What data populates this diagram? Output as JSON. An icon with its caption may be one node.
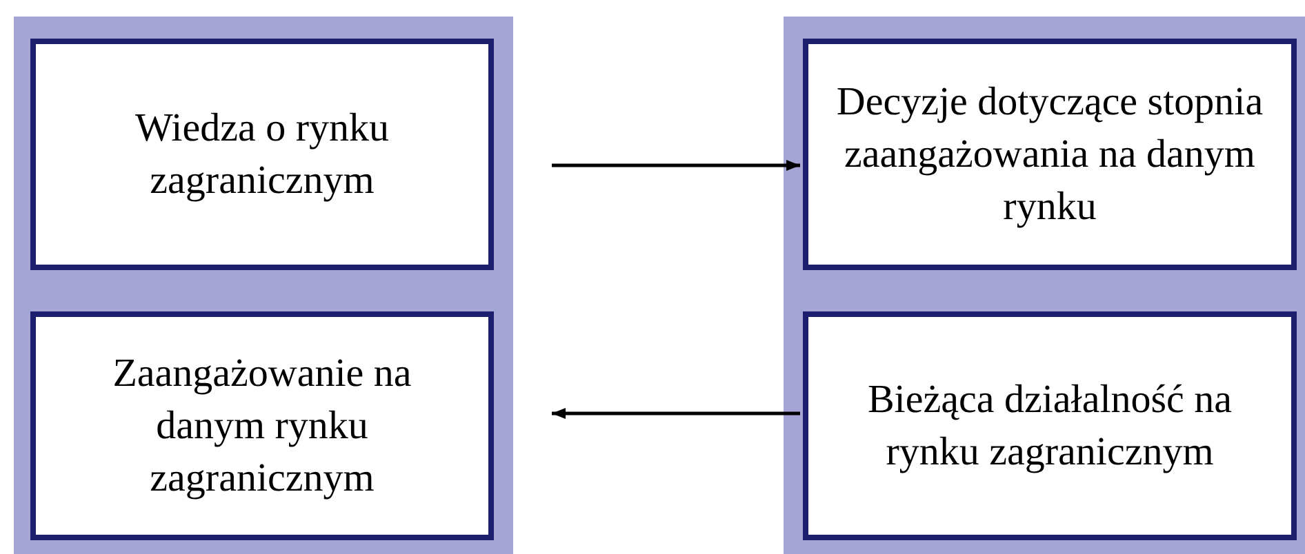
{
  "diagram": {
    "nodes": [
      {
        "text": [],
        "shape": "box"
      },
      {
        "text": [
          "Wiedza o rynku zagranicznym"
        ],
        "in": 0
      },
      {
        "text": [
          "Zaangażowanie na danym rynku zagranicznym"
        ],
        "in": 0
      },
      {
        "text": [],
        "shape": "box"
      },
      {
        "text": [
          "Decyzje dotyczące stopnia zaangażowania na danym rynku"
        ],
        "in": 3
      },
      {
        "text": [
          "Bieżąca działalność na rynku zagranicznym"
        ],
        "in": 3
      }
    ],
    "edges": [
      {
        "from": 1,
        "to": 4,
        "arrow": "to"
      },
      {
        "from": 5,
        "to": 2,
        "arrow": "to"
      }
    ]
  }
}
